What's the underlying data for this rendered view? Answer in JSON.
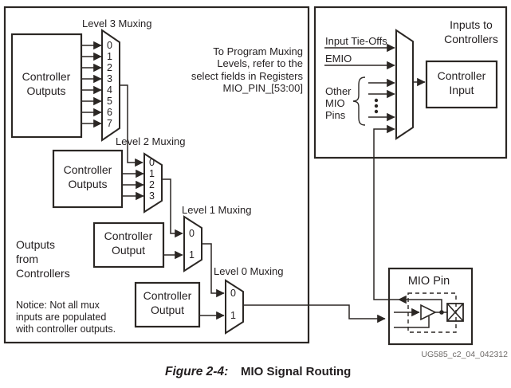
{
  "figure_caption": {
    "label": "Figure 2-4:",
    "title": "MIO Signal Routing"
  },
  "watermark": "UG585_c2_04_042312",
  "left_panel": {
    "outputs_from_controllers": [
      "Outputs",
      "from",
      "Controllers"
    ],
    "notice": [
      "Notice: Not all mux",
      "inputs are populated",
      "with controller outputs."
    ],
    "program_note": [
      "To Program Muxing",
      "Levels, refer to the",
      "select fields in Registers",
      "MIO_PIN_[53:00]"
    ],
    "level3": {
      "label": "Level 3 Muxing",
      "source": [
        "Controller",
        "Outputs"
      ],
      "inputs": [
        "0",
        "1",
        "2",
        "3",
        "4",
        "5",
        "6",
        "7"
      ]
    },
    "level2": {
      "label": "Level 2 Muxing",
      "source": [
        "Controller",
        "Outputs"
      ],
      "inputs": [
        "0",
        "1",
        "2",
        "3"
      ]
    },
    "level1": {
      "label": "Level 1 Muxing",
      "source": [
        "Controller",
        "Output"
      ],
      "inputs": [
        "0",
        "1"
      ]
    },
    "level0": {
      "label": "Level 0 Muxing",
      "source": [
        "Controller",
        "Output"
      ],
      "inputs": [
        "0",
        "1"
      ]
    }
  },
  "right_panel": {
    "title": [
      "Inputs to",
      "Controllers"
    ],
    "signals": {
      "tie_offs": "Input Tie-Offs",
      "emio": "EMIO",
      "other": [
        "Other",
        "MIO",
        "Pins"
      ]
    },
    "controller_input": [
      "Controller",
      "Input"
    ]
  },
  "mio_pin": {
    "title": "MIO Pin"
  },
  "colors": {
    "line": "#2b2724",
    "text": "#231f20",
    "watermark": "#6e6a68"
  }
}
